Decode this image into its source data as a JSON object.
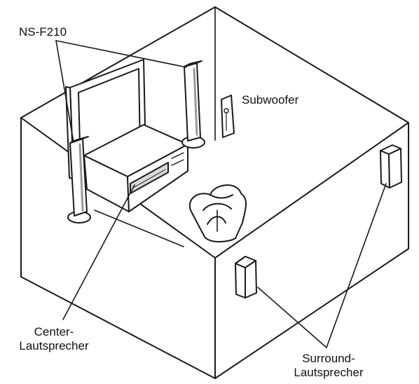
{
  "labels": {
    "front_speakers": "NS-F210",
    "subwoofer": "Subwoofer",
    "center_line1": "Center-",
    "center_line2": "Lautsprecher",
    "surround_line1": "Surround-",
    "surround_line2": "Lautsprecher"
  },
  "colors": {
    "line": "#1a1a1a",
    "background": "#ffffff",
    "shade": "#d9d9d9"
  },
  "icons": [
    "front-speaker-left",
    "front-speaker-right",
    "tv",
    "av-receiver",
    "subwoofer",
    "armchair",
    "surround-speaker-left",
    "surround-speaker-right"
  ]
}
